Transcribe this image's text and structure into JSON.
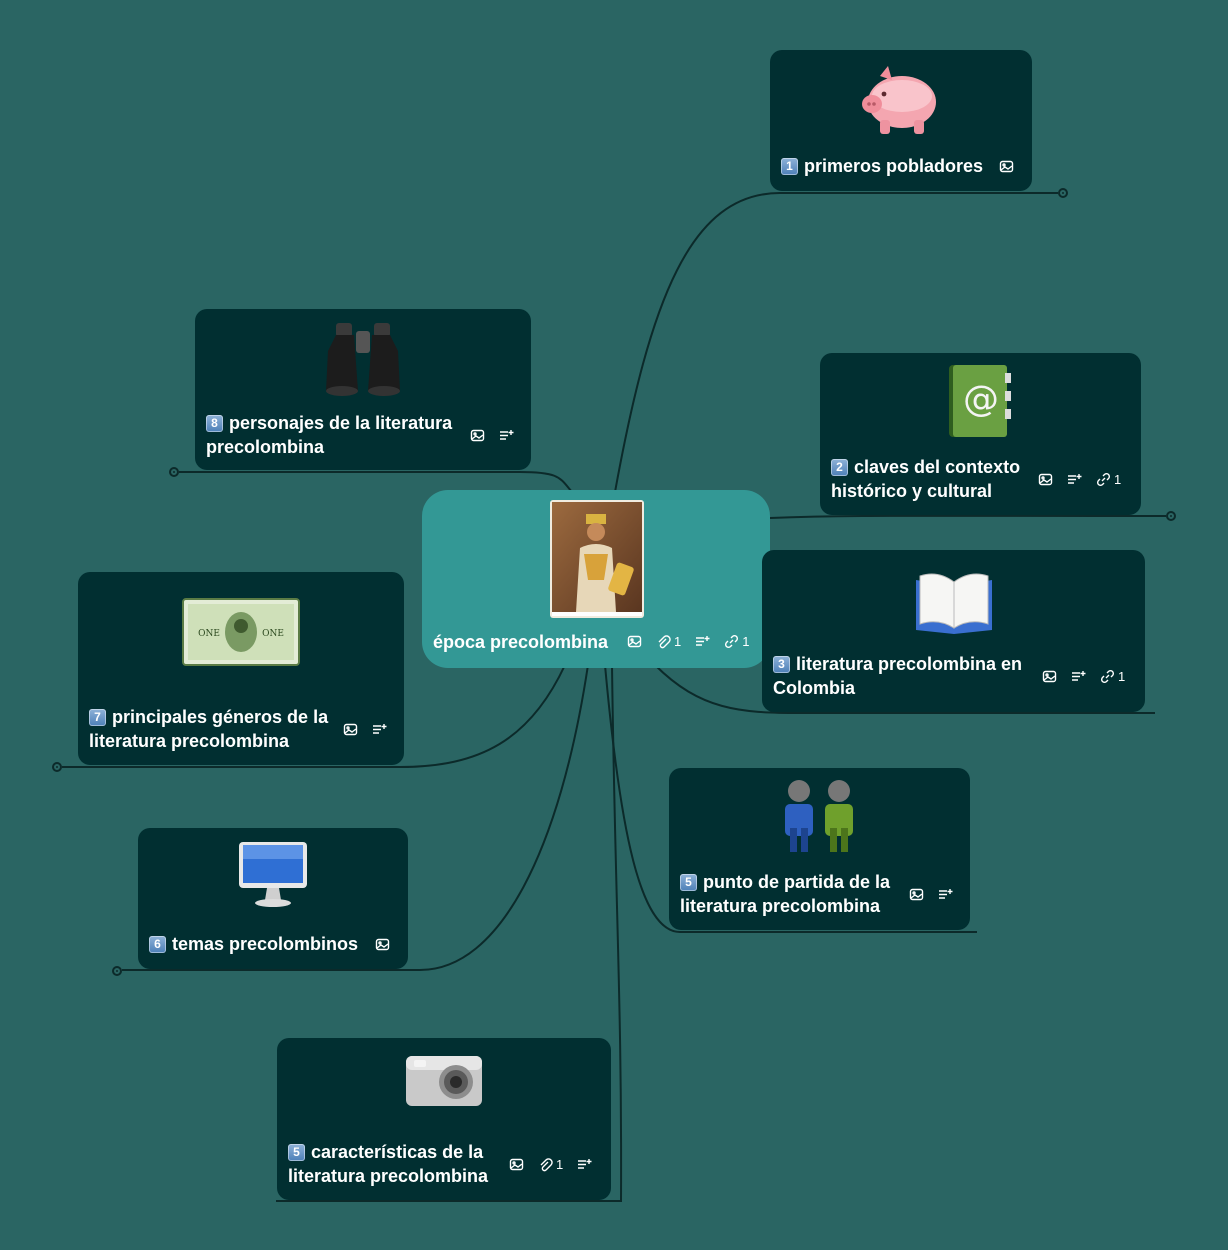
{
  "central": {
    "label": "época precolombina",
    "attachments": "1",
    "links": "1"
  },
  "nodes": {
    "n1": {
      "num": "1",
      "label": "primeros pobladores"
    },
    "n2": {
      "num": "2",
      "label": "claves del contexto histórico y cultural",
      "links": "1"
    },
    "n3": {
      "num": "3",
      "label": "literatura precolombina en Colombia",
      "links": "1"
    },
    "n5a": {
      "num": "5",
      "label": "punto de partida de la literatura precolombina"
    },
    "n5b": {
      "num": "5",
      "label": "características de la literatura precolombina",
      "attachments": "1"
    },
    "n6": {
      "num": "6",
      "label": "temas precolombinos"
    },
    "n7": {
      "num": "7",
      "label": "principales géneros de la literatura precolombina"
    },
    "n8": {
      "num": "8",
      "label": "personajes de la literatura precolombina"
    }
  },
  "icons": {
    "image": "image-icon",
    "attachment": "paperclip-icon",
    "notes": "notes-icon",
    "link": "link-icon",
    "n1_pic": "piggy-bank",
    "n2_pic": "address-book",
    "n3_pic": "open-book",
    "n5a_pic": "two-people",
    "n5b_pic": "camera",
    "n6_pic": "monitor",
    "n7_pic": "dollar-bill",
    "n8_pic": "binoculars",
    "central_pic": "portrait"
  },
  "colors": {
    "background": "#2a6563",
    "node": "#012f31",
    "central": "#339895",
    "line": "#0c2a2a"
  }
}
